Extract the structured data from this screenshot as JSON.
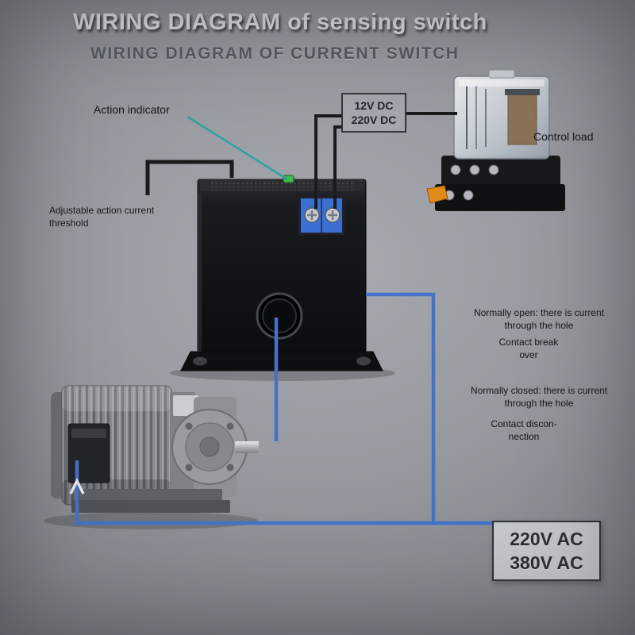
{
  "page": {
    "title": "WIRING DIAGRAM of sensing switch",
    "subtitle": "WIRING DIAGRAM OF CURRENT SWITCH"
  },
  "labels": {
    "action_indicator": "Action indicator",
    "adjustable_threshold": "Adjustable action current\nthreshold",
    "control_load": "Control load",
    "normally_open": "Normally open: there is current\nthrough the hole",
    "contact_break_over": "Contact break\nover",
    "normally_closed": "Normally closed: there is current\nthrough the hole",
    "contact_disconnection": "Contact discon-\nnection"
  },
  "dc_supply_box": {
    "line1": "12V DC",
    "line2": "220V DC"
  },
  "ac_supply_box": {
    "line1": "220V AC",
    "line2": "380V AC"
  },
  "colors": {
    "wire_blue": "#4273c8",
    "pointer_teal": "#2ba39d",
    "wire_black": "#1a1b1e",
    "led_green": "#43b84d",
    "terminal_blue": "#3b6fd2",
    "clip_orange": "#e08a18",
    "arrow_light": "#e6e8ec"
  },
  "illustrations": {
    "current_switch": "current-sensing-switch-with-hole",
    "relay": "relay-with-socket-base",
    "motor": "gear-motor-load"
  }
}
